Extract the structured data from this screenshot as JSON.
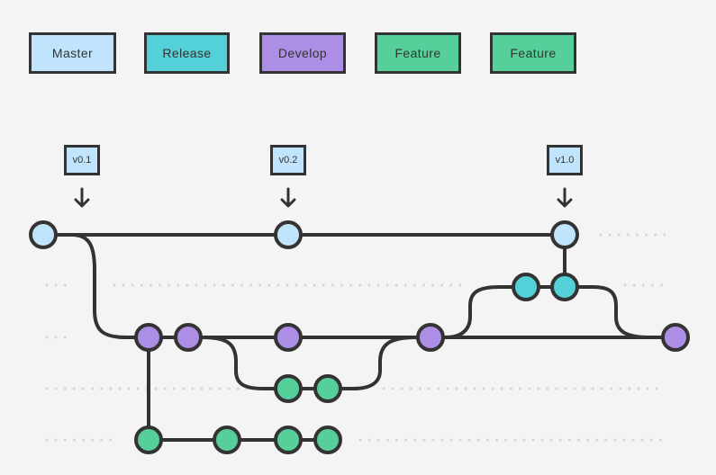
{
  "legend": [
    {
      "label": "Master",
      "color": "#bfe4fb"
    },
    {
      "label": "Release",
      "color": "#54d1d8"
    },
    {
      "label": "Develop",
      "color": "#ad8ee6"
    },
    {
      "label": "Feature",
      "color": "#57cf9b"
    },
    {
      "label": "Feature",
      "color": "#57cf9b"
    }
  ],
  "tags": [
    {
      "label": "v0.1"
    },
    {
      "label": "v0.2"
    },
    {
      "label": "v1.0"
    }
  ],
  "colors": {
    "master": "#bfe4fb",
    "release": "#54d1d8",
    "develop": "#ad8ee6",
    "feature": "#57cf9b",
    "stroke": "#333333",
    "dots": "#d5d5d5",
    "background": "#f4f4f4"
  },
  "icons": [
    "arrow-down-icon"
  ]
}
